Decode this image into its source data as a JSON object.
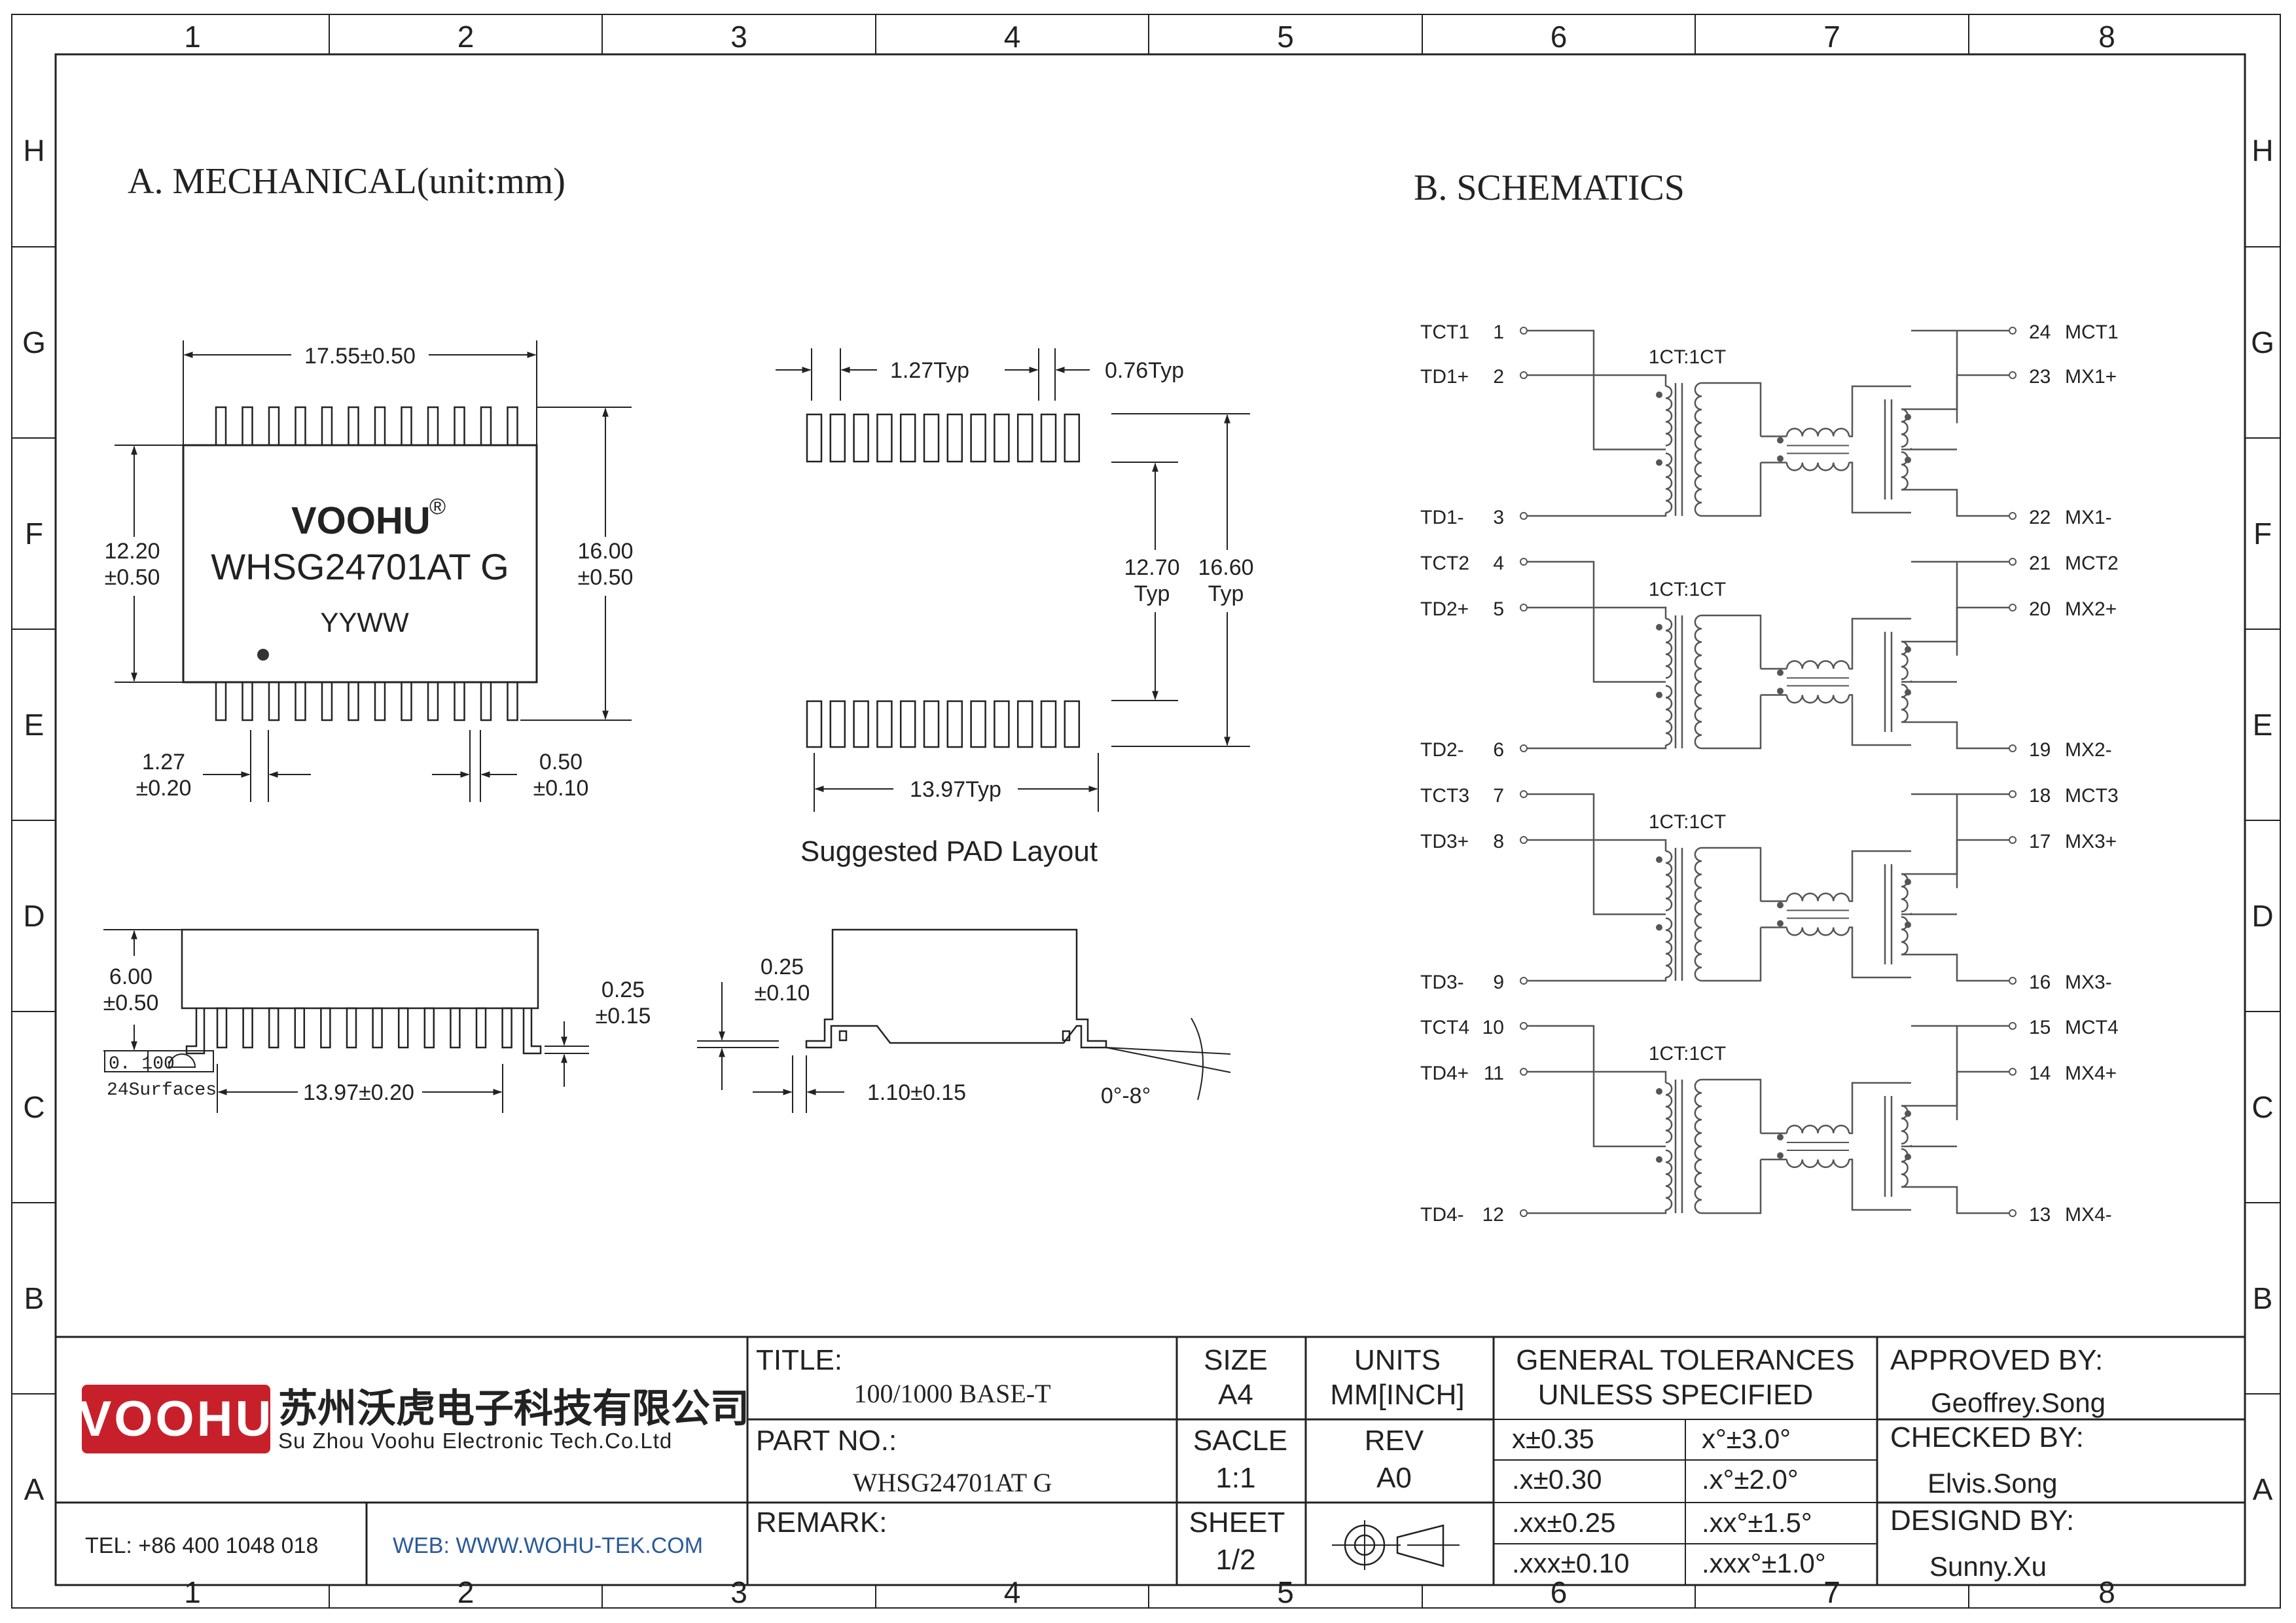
{
  "grid": {
    "columns": [
      "1",
      "2",
      "3",
      "4",
      "5",
      "6",
      "7",
      "8"
    ],
    "rows": [
      "H",
      "G",
      "F",
      "E",
      "D",
      "C",
      "B",
      "A"
    ]
  },
  "mechanical": {
    "heading": "A. MECHANICAL(unit:mm)",
    "top_view": {
      "width_dim": "17.55±0.50",
      "body_height_dim": [
        "12.20",
        "±0.50"
      ],
      "overall_height_dim": [
        "16.00",
        "±0.50"
      ],
      "brand": "VOOHU",
      "registered": "®",
      "part_marking": "WHSG24701AT G",
      "date_code": "YYWW",
      "pitch_dim": [
        "1.27",
        "±0.20"
      ],
      "lead_width_dim": [
        "0.50",
        "±0.10"
      ],
      "pin_count_per_side": 12
    },
    "pad_layout": {
      "pitch_label": "1.27Typ",
      "pad_width_label": "0.76Typ",
      "inner_dim": [
        "12.70",
        "Typ"
      ],
      "outer_dim": [
        "16.60",
        "Typ"
      ],
      "span_label": "13.97Typ",
      "caption": "Suggested PAD Layout"
    },
    "side_view": {
      "height_dim": [
        "6.00",
        "±0.50"
      ],
      "lead_thickness_dim": [
        "0.25",
        "±0.15"
      ],
      "coplanarity_value": "0. 100",
      "coplanarity_note": "24Surfaces",
      "span_dim": "13.97±0.20"
    },
    "end_view": {
      "standoff_dim": [
        "0.25",
        "±0.10"
      ],
      "foot_dim": "1.10±0.15",
      "angle_dim": "0°-8°"
    }
  },
  "schematics": {
    "heading": "B. SCHEMATICS",
    "ratio_label": "1CT:1CT",
    "channels": [
      {
        "left": [
          {
            "name": "TCT1",
            "num": "1"
          },
          {
            "name": "TD1+",
            "num": "2"
          },
          {
            "name": "TD1-",
            "num": "3"
          }
        ],
        "right": [
          {
            "num": "24",
            "name": "MCT1"
          },
          {
            "num": "23",
            "name": "MX1+"
          },
          {
            "num": "22",
            "name": "MX1-"
          }
        ]
      },
      {
        "left": [
          {
            "name": "TCT2",
            "num": "4"
          },
          {
            "name": "TD2+",
            "num": "5"
          },
          {
            "name": "TD2-",
            "num": "6"
          }
        ],
        "right": [
          {
            "num": "21",
            "name": "MCT2"
          },
          {
            "num": "20",
            "name": "MX2+"
          },
          {
            "num": "19",
            "name": "MX2-"
          }
        ]
      },
      {
        "left": [
          {
            "name": "TCT3",
            "num": "7"
          },
          {
            "name": "TD3+",
            "num": "8"
          },
          {
            "name": "TD3-",
            "num": "9"
          }
        ],
        "right": [
          {
            "num": "18",
            "name": "MCT3"
          },
          {
            "num": "17",
            "name": "MX3+"
          },
          {
            "num": "16",
            "name": "MX3-"
          }
        ]
      },
      {
        "left": [
          {
            "name": "TCT4",
            "num": "10"
          },
          {
            "name": "TD4+",
            "num": "11"
          },
          {
            "name": "TD4-",
            "num": "12"
          }
        ],
        "right": [
          {
            "num": "15",
            "name": "MCT4"
          },
          {
            "num": "14",
            "name": "MX4+"
          },
          {
            "num": "13",
            "name": "MX4-"
          }
        ]
      }
    ]
  },
  "title_block": {
    "company_logo": "VOOHU",
    "company_cn": "苏州沃虎电子科技有限公司",
    "company_en": "Su Zhou Voohu Electronic Tech.Co.Ltd",
    "tel": "TEL: +86 400 1048 018",
    "web": "WEB: WWW.WOHU-TEK.COM",
    "title_label": "TITLE:",
    "title_value": "100/1000 BASE-T",
    "part_label": "PART NO.:",
    "part_value": "WHSG24701AT G",
    "remark_label": "REMARK:",
    "size_label": "SIZE",
    "size_value": "A4",
    "units_label": "UNITS",
    "units_value": "MM[INCH]",
    "scale_label": "SACLE",
    "scale_value": "1:1",
    "rev_label": "REV",
    "rev_value": "A0",
    "sheet_label": "SHEET",
    "sheet_value": "1/2",
    "tolerance_heading": [
      "GENERAL TOLERANCES",
      "UNLESS SPECIFIED"
    ],
    "tolerances": [
      [
        "x±0.35",
        "x°±3.0°"
      ],
      [
        ".x±0.30",
        ".x°±2.0°"
      ],
      [
        ".xx±0.25",
        ".xx°±1.5°"
      ],
      [
        ".xxx±0.10",
        ".xxx°±1.0°"
      ]
    ],
    "approved_label": "APPROVED BY:",
    "approved_value": "Geoffrey.Song",
    "checked_label": "CHECKED BY:",
    "checked_value": "Elvis.Song",
    "designed_label": "DESIGND BY:",
    "designed_value": "Sunny.Xu"
  },
  "colors": {
    "line": "#222222",
    "logo_red": "#c8202a",
    "brand_text": "#1a1a1a",
    "web_blue": "#2a5a9a"
  }
}
